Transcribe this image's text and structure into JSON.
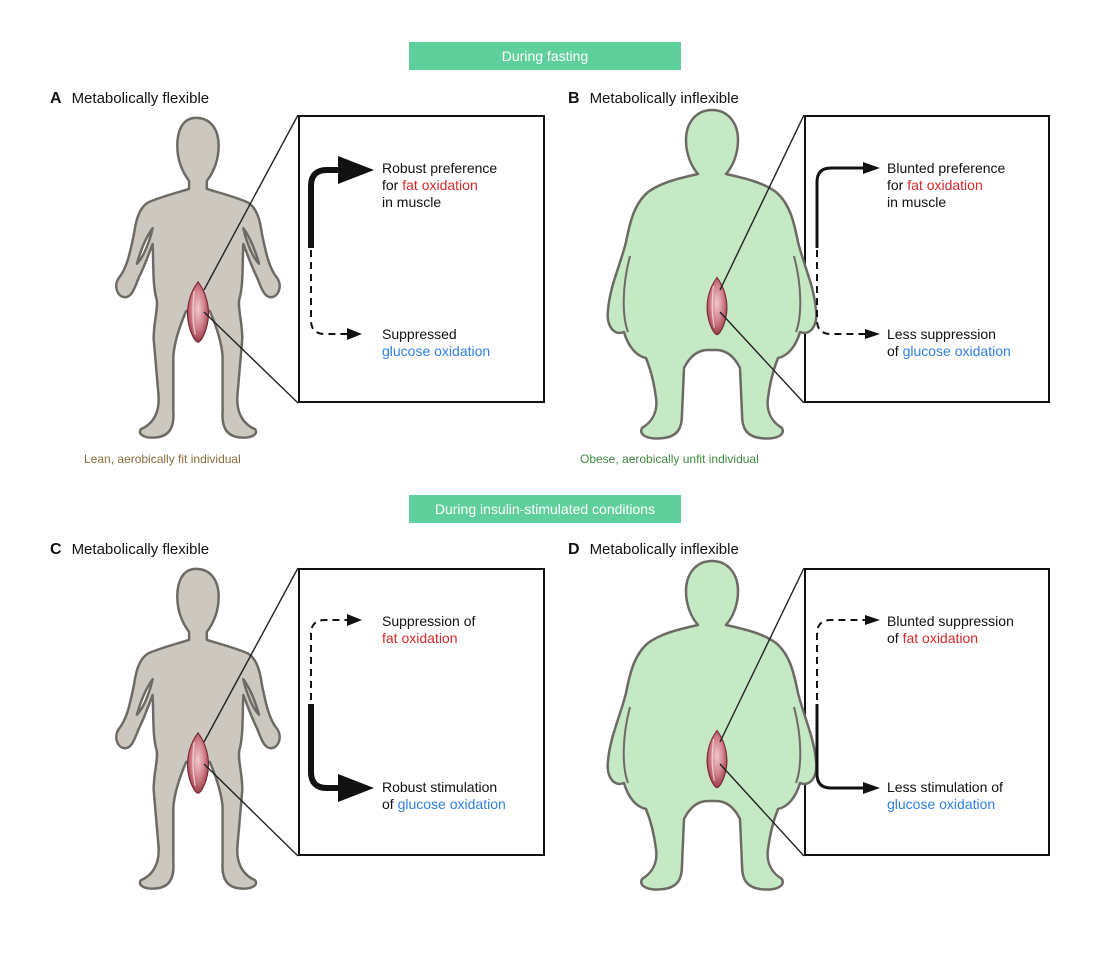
{
  "banners": {
    "fasting": "During fasting",
    "insulin": "During insulin-stimulated conditions"
  },
  "colors": {
    "banner": "#5fcf9c",
    "lean_body": "#ccc8c0",
    "obese_body": "#c6e9c5",
    "fat_oxidation": "#d42a2a",
    "glucose_oxidation": "#2f7fe0",
    "lean_caption": "#8a6a3a",
    "obese_caption": "#3f8a3f"
  },
  "panels": {
    "A": {
      "letter": "A",
      "title": "Metabolically flexible",
      "caption": "Lean, aerobically fit individual",
      "top": {
        "line1": "Robust preference",
        "pre": "for ",
        "hl": "fat oxidation",
        "line3": "in muscle"
      },
      "bottom": {
        "line1": "Suppressed",
        "pre": "",
        "hl": "glucose oxidation"
      }
    },
    "B": {
      "letter": "B",
      "title": "Metabolically inflexible",
      "caption": "Obese, aerobically unfit individual",
      "top": {
        "line1": "Blunted preference",
        "pre": "for ",
        "hl": "fat oxidation",
        "line3": "in muscle"
      },
      "bottom": {
        "line1": "Less suppression",
        "pre": "of ",
        "hl": "glucose oxidation"
      }
    },
    "C": {
      "letter": "C",
      "title": "Metabolically flexible",
      "top": {
        "line1": "Suppression of",
        "pre": "",
        "hl": "fat oxidation"
      },
      "bottom": {
        "line1": "Robust stimulation",
        "pre": "of ",
        "hl": "glucose oxidation"
      }
    },
    "D": {
      "letter": "D",
      "title": "Metabolically inflexible",
      "top": {
        "line1": "Blunted suppression",
        "pre": "of ",
        "hl": "fat oxidation"
      },
      "bottom": {
        "line1": "Less stimulation of",
        "pre": "",
        "hl": "glucose oxidation"
      }
    }
  }
}
